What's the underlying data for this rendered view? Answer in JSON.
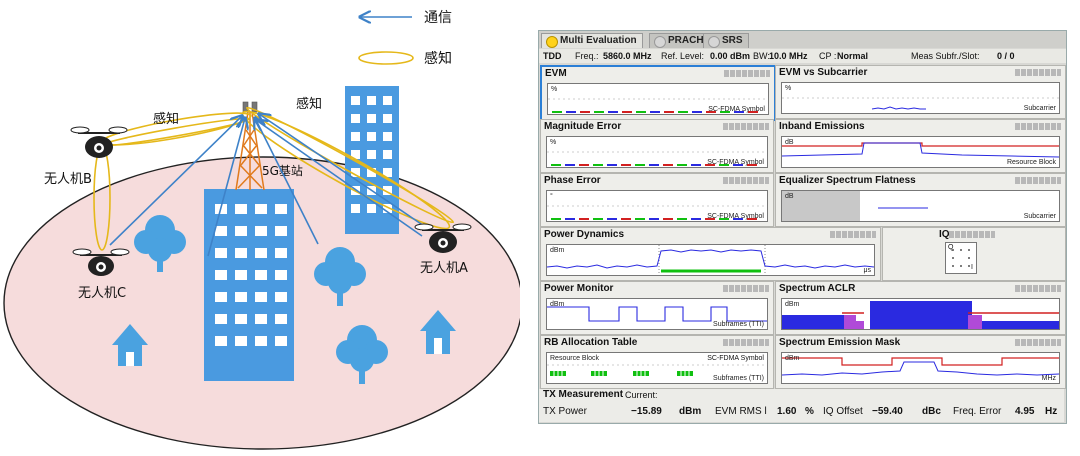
{
  "legend": {
    "comm_label": "通信",
    "sense_label": "感知"
  },
  "scene": {
    "uav_a": "无人机A",
    "uav_b": "无人机B",
    "uav_c": "无人机C",
    "base_station": "5G基站",
    "sense_left": "感知",
    "sense_right": "感知"
  },
  "analyzer": {
    "tabs": [
      "Multi Evaluation",
      "PRACH",
      "SRS"
    ],
    "status": {
      "mode": "TDD",
      "freq_label": "Freq.:",
      "freq_value": "5860.0 MHz",
      "ref_label": "Ref. Level:",
      "ref_value": "0.00 dBm",
      "bw_label": "BW:",
      "bw_value": "10.0 MHz",
      "cp_label": "CP :",
      "cp_value": "Normal",
      "meas_label": "Meas Subfr./Slot:",
      "meas_value": "0 / 0"
    },
    "panels": {
      "evm": {
        "title": "EVM",
        "unit": "%",
        "xlabel": "SC-FDMA Symbol"
      },
      "evm_sub": {
        "title": "EVM vs Subcarrier",
        "unit": "%",
        "xlabel": "Subcarrier"
      },
      "mag": {
        "title": "Magnitude Error",
        "unit": "%",
        "xlabel": "SC-FDMA Symbol"
      },
      "inband": {
        "title": "Inband Emissions",
        "unit": "dB",
        "xlabel": "Resource Block"
      },
      "phase": {
        "title": "Phase Error",
        "unit": "°",
        "xlabel": "SC-FDMA Symbol"
      },
      "eq": {
        "title": "Equalizer Spectrum Flatness",
        "unit": "dB",
        "xlabel": "Subcarrier"
      },
      "pdyn": {
        "title": "Power Dynamics",
        "unit": "dBm",
        "xlabel": "μs"
      },
      "iq": {
        "title": "IQ",
        "q_label": "Q",
        "i_label": "I"
      },
      "pmon": {
        "title": "Power Monitor",
        "unit": "dBm",
        "xlabel": "Subframes (TTI)"
      },
      "aclr": {
        "title": "Spectrum ACLR",
        "unit": "dBm"
      },
      "rb": {
        "title": "RB Allocation Table",
        "left_label": "Resource Block",
        "right_label": "SC-FDMA Symbol",
        "bottom_label": "Subframes (TTI)"
      },
      "sem": {
        "title": "Spectrum Emission Mask",
        "unit": "dBm",
        "xlabel": "MHz"
      }
    },
    "tx": {
      "title": "TX Measurement",
      "current": "Current:",
      "power_label": "TX Power",
      "power_value": "−15.89",
      "power_unit": "dBm",
      "evm_label": "EVM RMS l",
      "evm_value": "1.60",
      "evm_unit": "%",
      "iq_label": "IQ Offset",
      "iq_value": "−59.40",
      "iq_unit": "dBc",
      "ferr_label": "Freq. Error",
      "ferr_value": "4.95",
      "ferr_unit": "Hz"
    }
  },
  "colors": {
    "comm_arrow": "#3e82c8",
    "sense_ellipse": "#e5b81a",
    "ground": "#f6dcdc",
    "building": "#4a9ae0",
    "tower": "#e07a1d",
    "tree": "#4aa2e0",
    "trace_blue": "#2a2ae0",
    "trace_red": "#d22020",
    "trace_green": "#10c010"
  }
}
